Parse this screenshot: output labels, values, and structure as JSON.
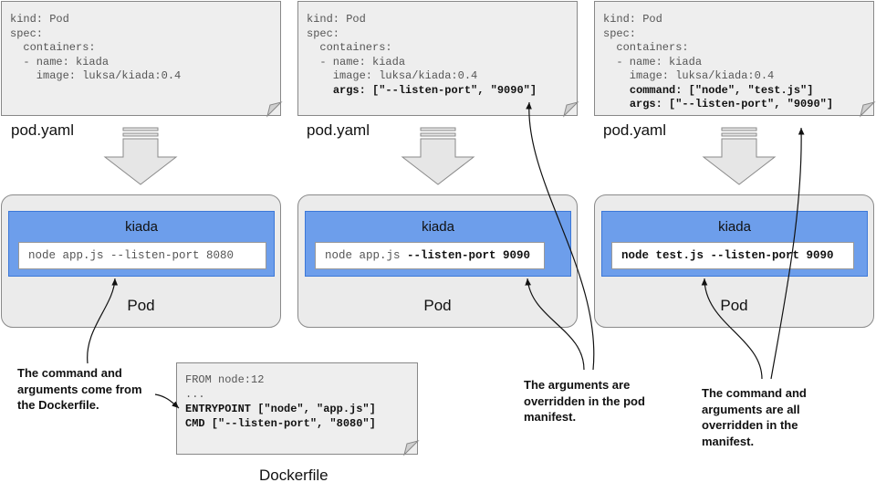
{
  "manifests": [
    {
      "lines": [
        {
          "text": "kind: Pod"
        },
        {
          "text": "spec:"
        },
        {
          "text": "  containers:"
        },
        {
          "text": "  - name: kiada"
        },
        {
          "text": "    image: luksa/kiada:0.4"
        }
      ],
      "file_label": "pod.yaml"
    },
    {
      "lines": [
        {
          "text": "kind: Pod"
        },
        {
          "text": "spec:"
        },
        {
          "text": "  containers:"
        },
        {
          "text": "  - name: kiada"
        },
        {
          "text": "    image: luksa/kiada:0.4"
        },
        {
          "indent": "    ",
          "key": "args",
          "rest": ": [\"--listen-port\", \"9090\"]"
        }
      ],
      "file_label": "pod.yaml"
    },
    {
      "lines": [
        {
          "text": "kind: Pod"
        },
        {
          "text": "spec:"
        },
        {
          "text": "  containers:"
        },
        {
          "text": "  - name: kiada"
        },
        {
          "text": "    image: luksa/kiada:0.4"
        },
        {
          "indent": "    ",
          "key": "command",
          "rest": ": [\"node\", \"test.js\"]"
        },
        {
          "indent": "    ",
          "key": "args",
          "rest": ": [\"--listen-port\", \"9090\"]"
        }
      ],
      "file_label": "pod.yaml"
    }
  ],
  "pods": [
    {
      "container_name": "kiada",
      "command_plain": "node app.js --listen-port 8080",
      "command_bold": "",
      "label": "Pod"
    },
    {
      "container_name": "kiada",
      "command_plain": "node app.js ",
      "command_bold": "--listen-port 9090",
      "label": "Pod"
    },
    {
      "container_name": "kiada",
      "command_plain": "",
      "command_bold": "node test.js --listen-port 9090",
      "label": "Pod"
    }
  ],
  "dockerfile": {
    "line1": "FROM node:12",
    "line2": "...",
    "line3": "ENTRYPOINT [\"node\", \"app.js\"]",
    "line4": "CMD [\"--listen-port\", \"8080\"]",
    "label": "Dockerfile"
  },
  "captions": {
    "c1": {
      "l1": "The command and",
      "l2": "arguments come from",
      "l3": "the Dockerfile."
    },
    "c2": {
      "l1": "The arguments are",
      "l2": "overridden in the pod",
      "l3": "manifest."
    },
    "c3": {
      "l1": "The command and",
      "l2": "arguments are all",
      "l3": "overridden in the",
      "l4": "manifest."
    }
  },
  "colors": {
    "container_fill": "#6d9eeb",
    "pod_fill": "#ebebeb",
    "note_fill": "#eeeeee"
  }
}
